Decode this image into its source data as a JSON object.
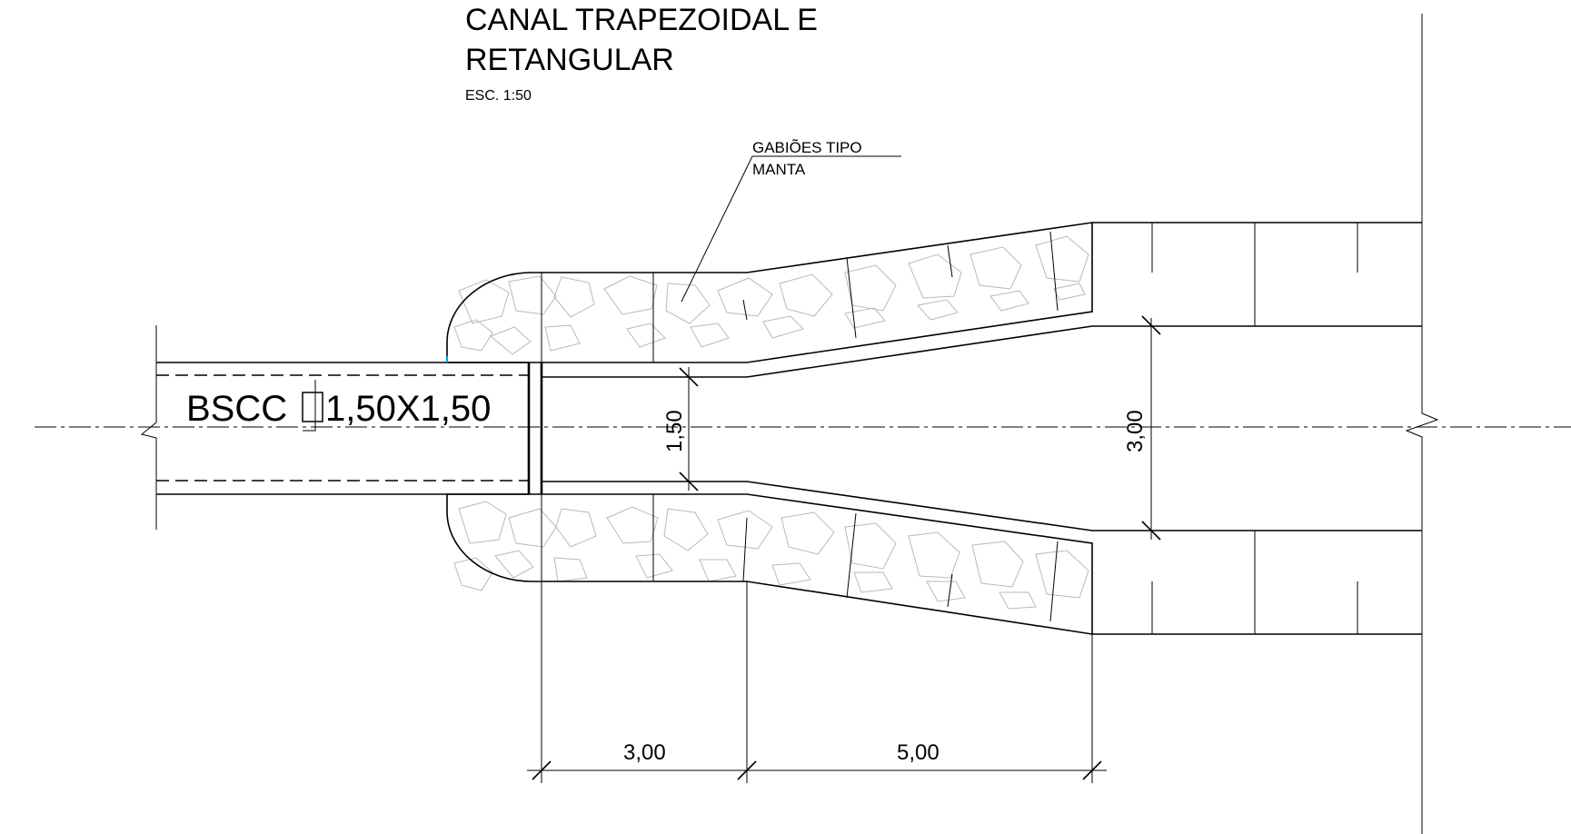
{
  "title": {
    "line1": "CANAL TRAPEZOIDAL E",
    "line2": "RETANGULAR",
    "scale": "ESC. 1:50"
  },
  "labels": {
    "culvert": "BSCC",
    "culvert_size": "1,50X1,50",
    "gabion_line1": "GABIÕES TIPO",
    "gabion_line2": "MANTA"
  },
  "dimensions": {
    "culvert_height": "1,50",
    "channel_width": "3,00",
    "rect_length": "3,00",
    "transition_length": "5,00"
  },
  "colors": {
    "line": "#000000",
    "hatch": "#b9b9b9",
    "accent": "#00a0e0"
  }
}
